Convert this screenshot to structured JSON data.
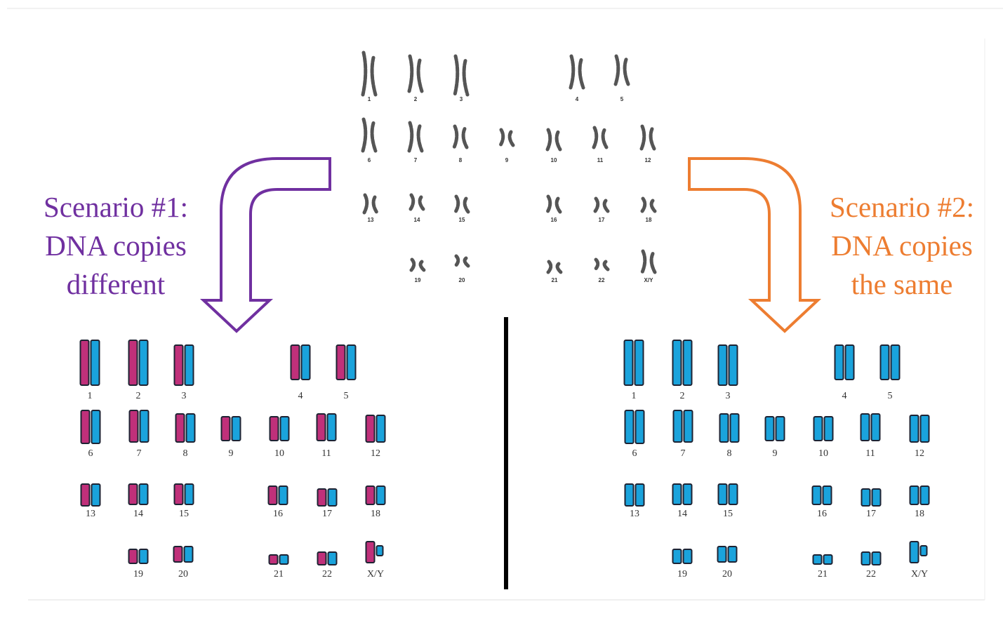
{
  "colors": {
    "purple": "#7030a0",
    "orange": "#ed7d31",
    "magenta": "#c0307a",
    "blue": "#1aa3dc",
    "outline": "#1e2333",
    "gray_chromosome": "#555555",
    "divider": "#000000"
  },
  "scenario1": {
    "line1": "Scenario #1:",
    "line2": "DNA copies",
    "line3": "different"
  },
  "scenario2": {
    "line1": "Scenario #2:",
    "line2": "DNA copies",
    "line3": "the same"
  },
  "karyotype_labels": [
    "1",
    "2",
    "3",
    "4",
    "5",
    "6",
    "7",
    "8",
    "9",
    "10",
    "11",
    "12",
    "13",
    "14",
    "15",
    "16",
    "17",
    "18",
    "19",
    "20",
    "21",
    "22",
    "X/Y"
  ],
  "arrows": {
    "left_arrow_icon": "bent-arrow-down-left",
    "right_arrow_icon": "bent-arrow-down-right"
  }
}
